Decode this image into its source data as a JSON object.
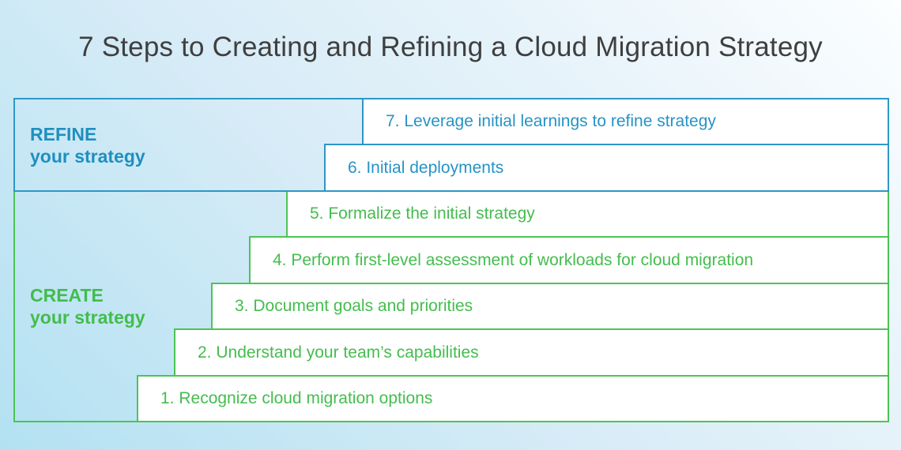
{
  "title": "7 Steps to Creating and Refining a Cloud Migration Strategy",
  "colors": {
    "refine_accent": "#2e97c6",
    "refine_label_text": "#1f8fc0",
    "create_accent": "#4dc355",
    "create_label_text": "#42bd4b",
    "title_text": "#3f3f3f",
    "step_box_fill": "#ffffff",
    "background_top_right": "#fcfeff",
    "background_bottom_left": "#b3e1f2"
  },
  "groups": [
    {
      "id": "refine",
      "label_line1": "REFINE",
      "label_line2": "your strategy"
    },
    {
      "id": "create",
      "label_line1": "CREATE",
      "label_line2": "your strategy"
    }
  ],
  "steps": [
    {
      "number": 7,
      "group": "refine",
      "label": "7. Leverage initial learnings to refine strategy"
    },
    {
      "number": 6,
      "group": "refine",
      "label": "6. Initial deployments"
    },
    {
      "number": 5,
      "group": "create",
      "label": "5. Formalize the initial strategy"
    },
    {
      "number": 4,
      "group": "create",
      "label": "4. Perform first-level assessment of workloads for cloud migration"
    },
    {
      "number": 3,
      "group": "create",
      "label": "3. Document goals and priorities"
    },
    {
      "number": 2,
      "group": "create",
      "label": "2. Understand your team’s capabilities"
    },
    {
      "number": 1,
      "group": "create",
      "label": "1. Recognize cloud migration options"
    }
  ]
}
